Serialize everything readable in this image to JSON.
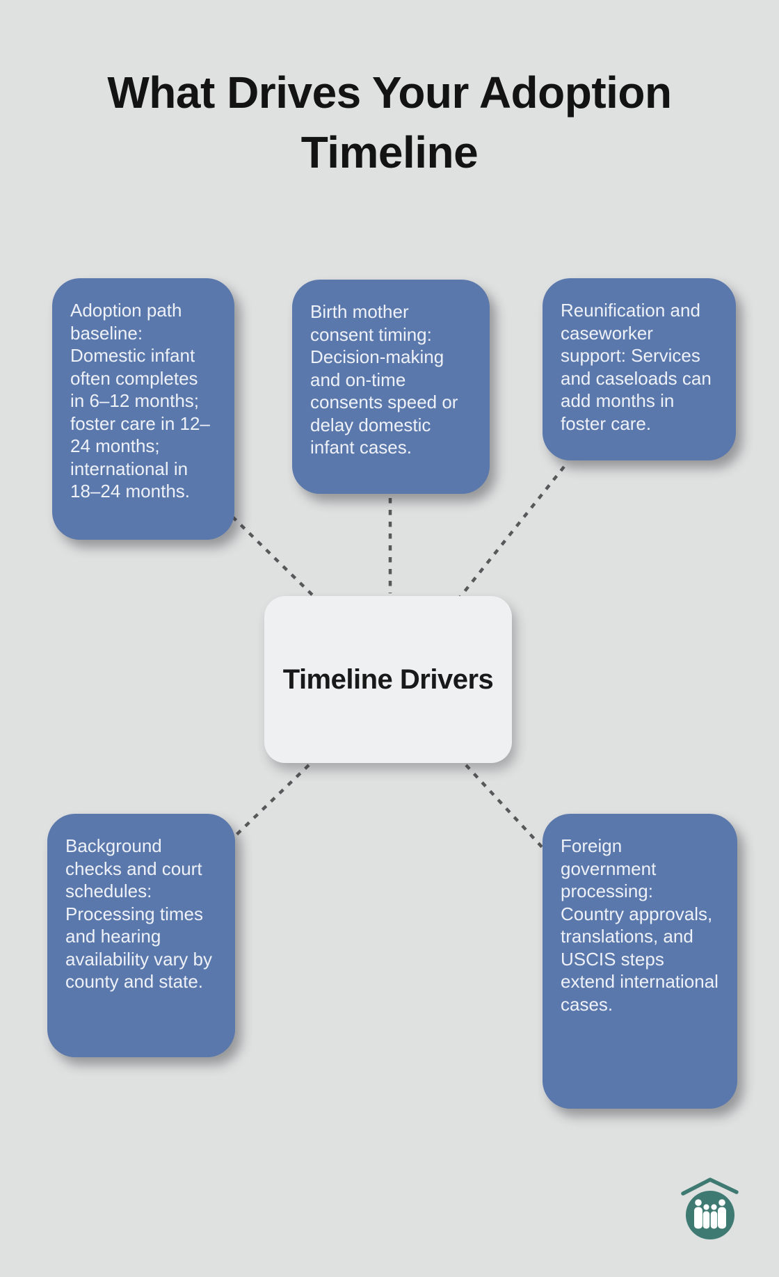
{
  "title": "What Drives Your Adoption Timeline",
  "center": {
    "label": "Timeline Drivers"
  },
  "nodes": [
    {
      "id": "adoption-path-baseline",
      "text": "Adoption path baseline: Domestic infant often completes in 6–12 months; foster care in 12–24 months; international in 18–24 months."
    },
    {
      "id": "birth-mother-consent-timing",
      "text": "Birth mother consent timing: Decision-making and on-time consents speed or delay domestic infant cases."
    },
    {
      "id": "reunification-caseworker-support",
      "text": "Reunification and caseworker support: Services and caseloads can add months in foster care."
    },
    {
      "id": "background-checks-court-schedules",
      "text": "Background checks and court schedules: Processing times and hearing availability vary by county and state."
    },
    {
      "id": "foreign-government-processing",
      "text": "Foreign government processing: Country approvals, translations, and USCIS steps extend international cases."
    }
  ],
  "colors": {
    "background": "#dfe0e0",
    "node_fill": "#5a78ac",
    "node_text": "#eef1f7",
    "center_fill": "#eef0f2",
    "connector": "#58585a",
    "title_text": "#131313",
    "logo_teal": "#3e7a72"
  },
  "logo": {
    "name": "family-under-roof-logo"
  }
}
